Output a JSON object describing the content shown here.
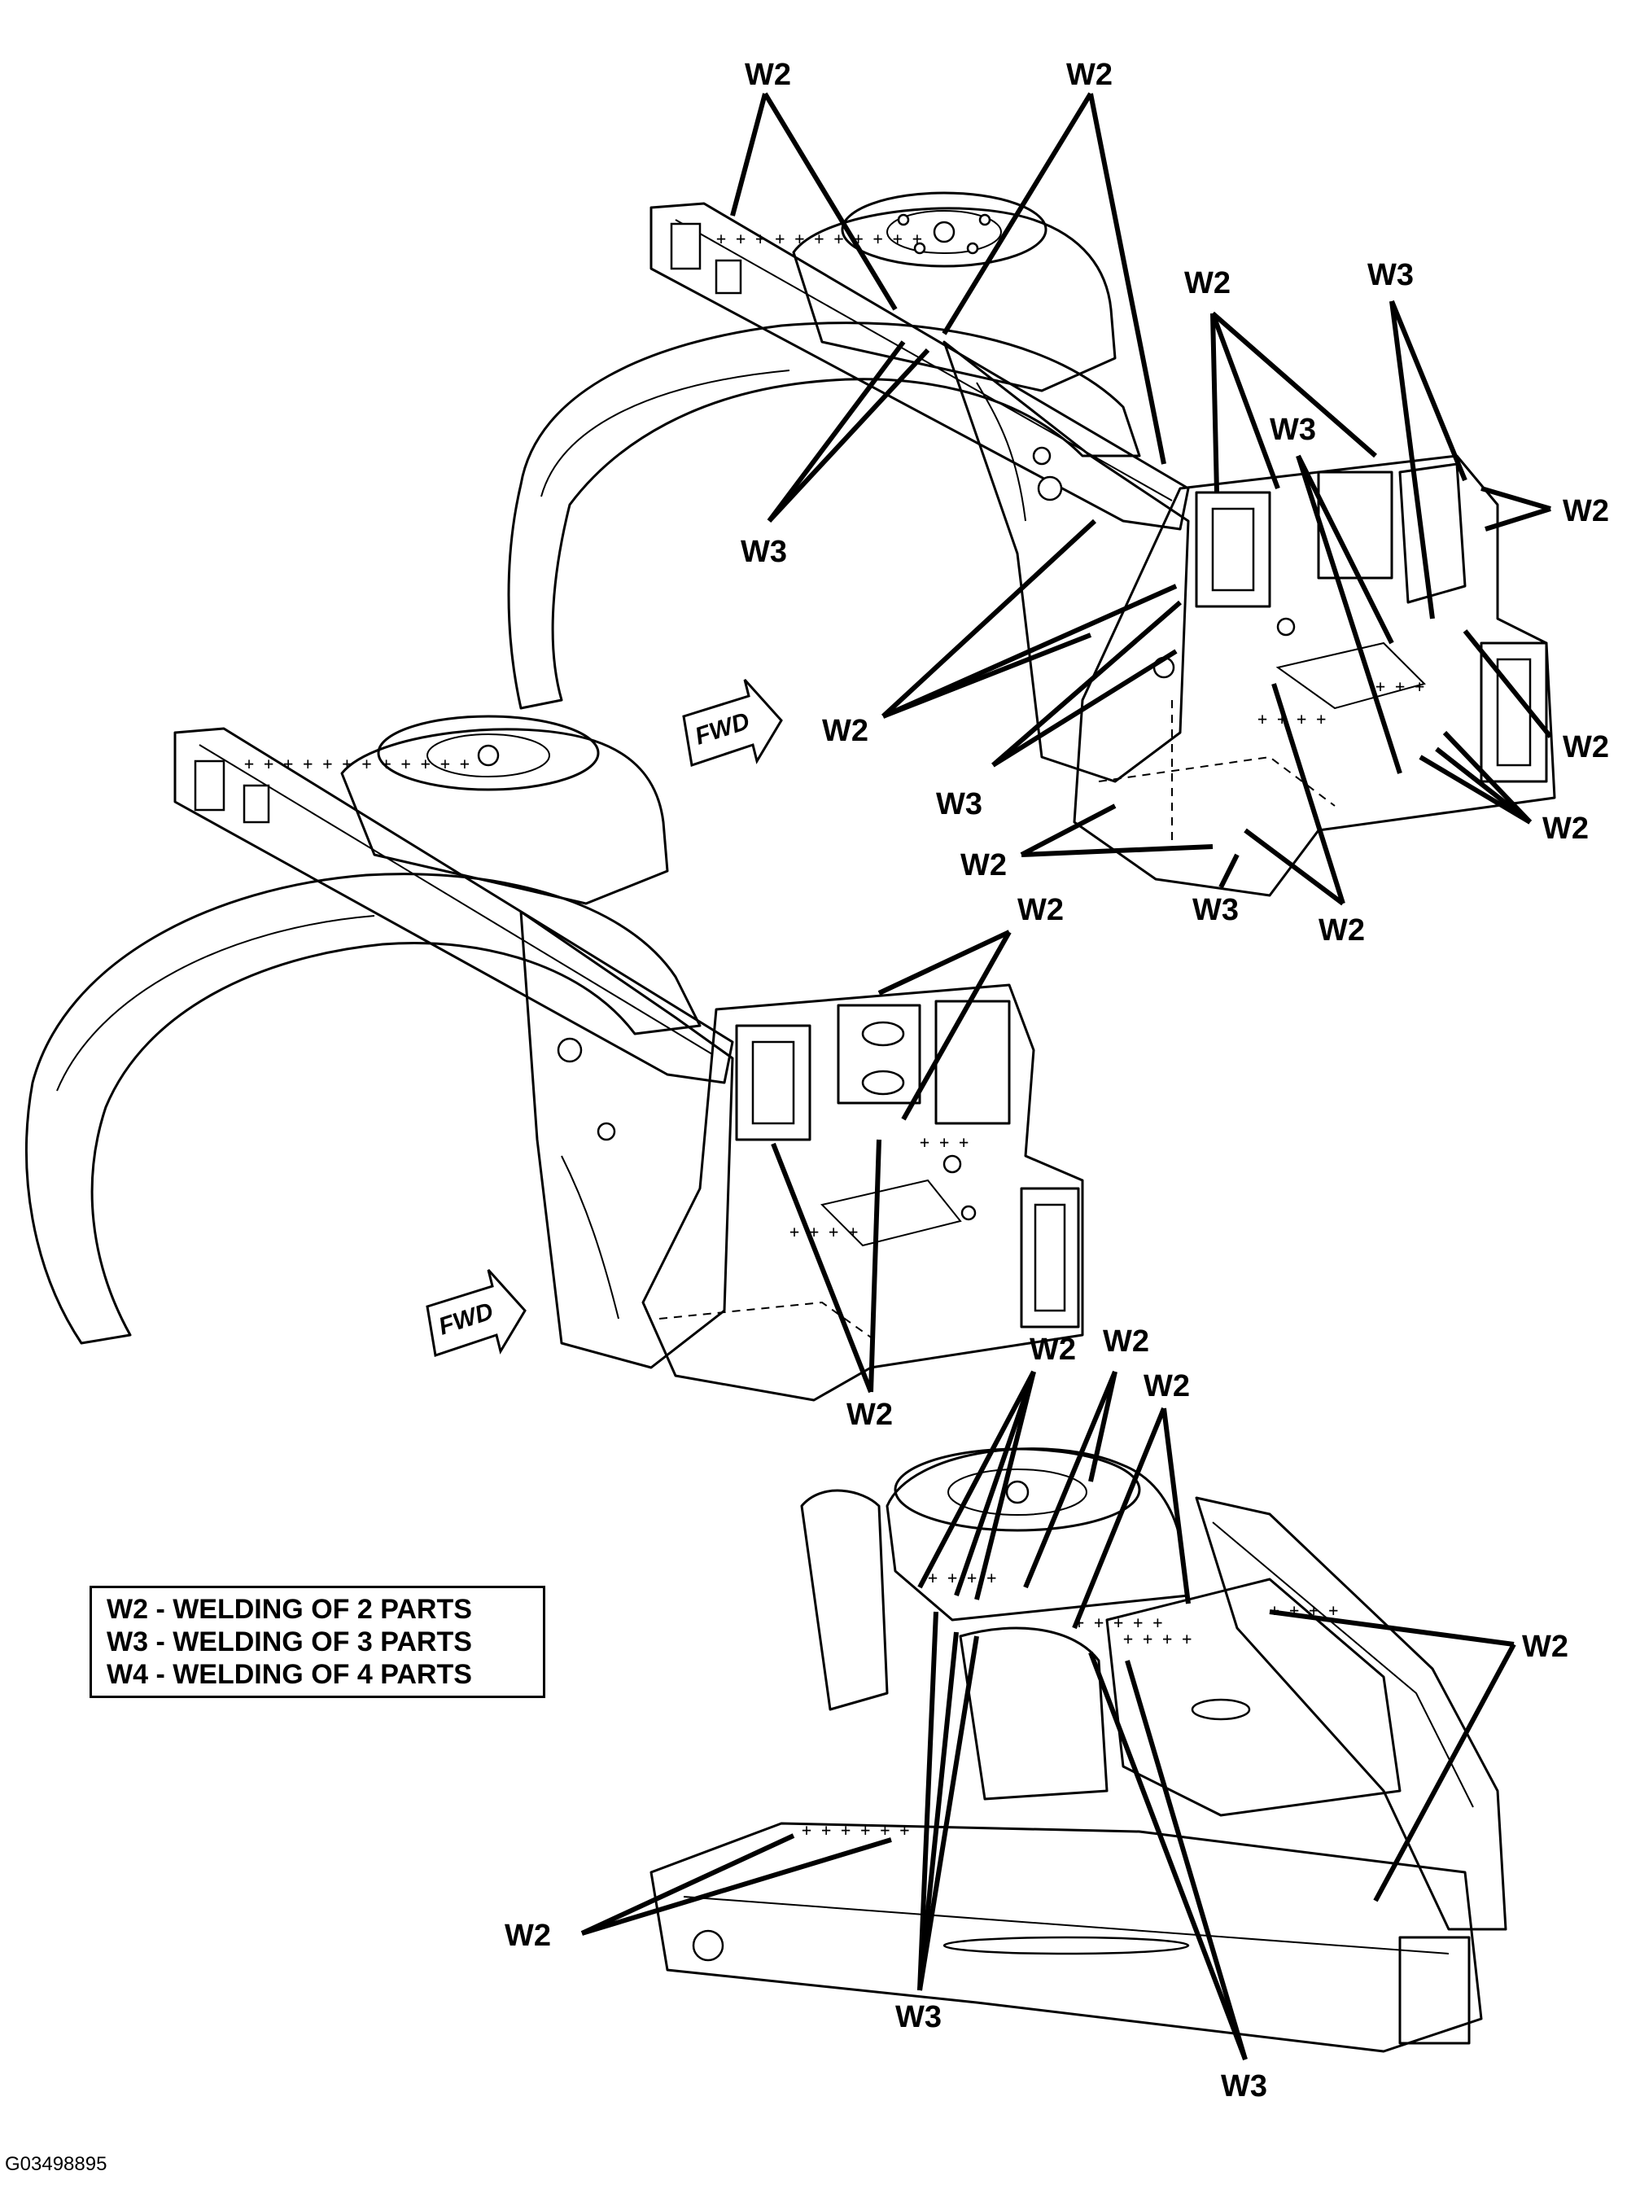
{
  "figure": {
    "id_label": "G03498895",
    "legend": [
      "W2 - WELDING OF 2 PARTS",
      "W3 - WELDING OF 3 PARTS",
      "W4 - WELDING OF 4 PARTS"
    ],
    "direction_labels": {
      "upper": "FWD",
      "middle": "FWD"
    }
  },
  "callouts": {
    "upper_view": [
      "W2",
      "W2",
      "W3",
      "W2",
      "W3",
      "W3",
      "W2",
      "W2",
      "W3",
      "W2",
      "W2",
      "W2",
      "W3",
      "W2"
    ],
    "middle_view": [
      "W2",
      "W2"
    ],
    "lower_view": [
      "W2",
      "W2",
      "W2",
      "W2",
      "W2",
      "W3",
      "W3"
    ]
  }
}
